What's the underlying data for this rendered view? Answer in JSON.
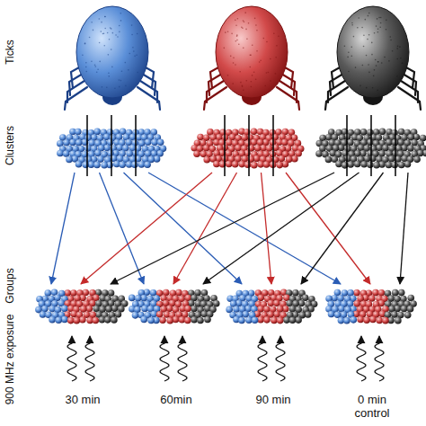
{
  "diagram": {
    "labels": [
      "Ticks",
      "Clusters",
      "Groups",
      "900 MHz exposure",
      "30 min",
      "60min",
      "90 min",
      "0 min control"
    ]
  }
}
